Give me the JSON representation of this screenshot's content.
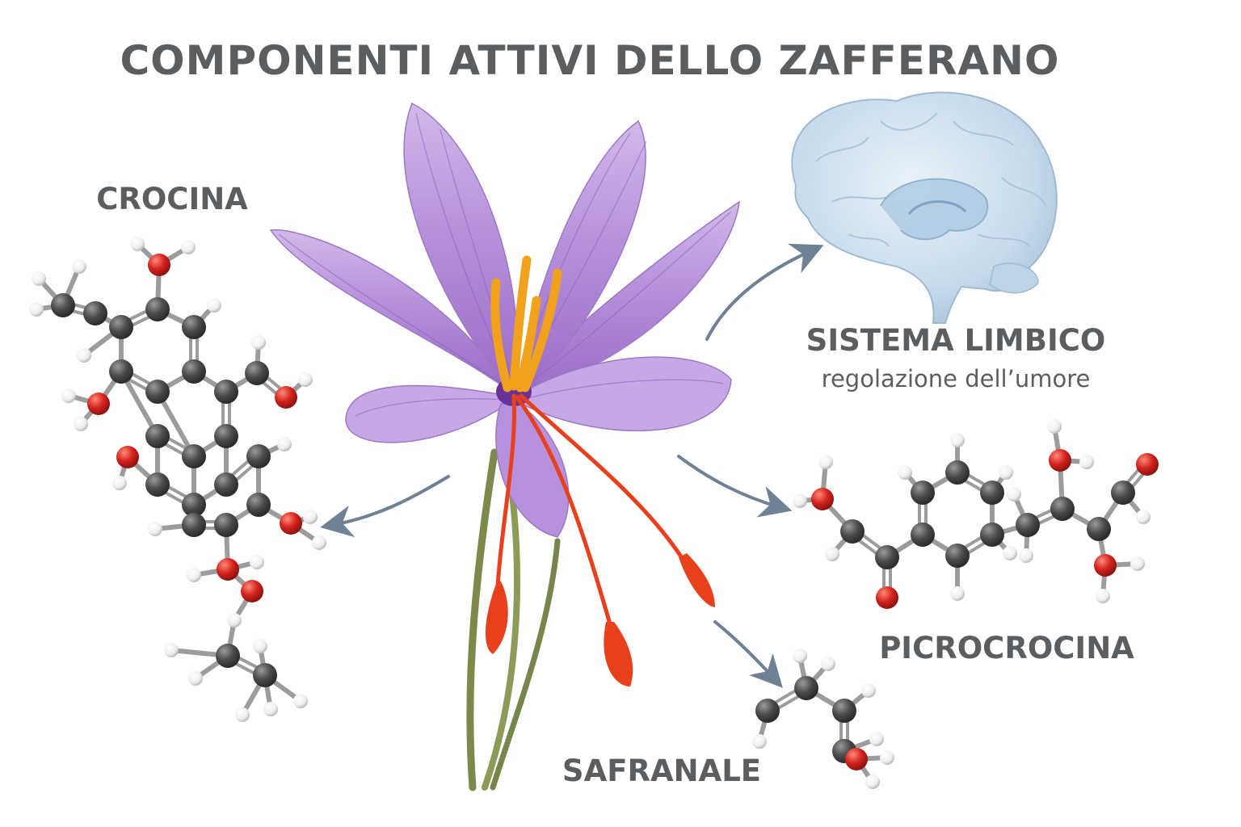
{
  "title": "COMPONENTI ATTIVI DELLO ZAFFERANO",
  "labels": {
    "crocina": "CROCINA",
    "sistema_limbico": "SISTEMA LIMBICO",
    "regolazione": "regolazione dell’umore",
    "picrocrocina": "PICROCROCINA",
    "safranale": "SAFRANALE"
  },
  "colors": {
    "text": "#5b5e61",
    "petal": "#b58fd6",
    "petal_vein": "#8a5fb8",
    "stigma": "#e8401c",
    "stamen": "#f0a21c",
    "stem": "#7b8a4a",
    "brain": "#c9dcec",
    "arrow": "#6f8194",
    "carbon": "#4a4b4d",
    "oxygen": "#d4231d",
    "hydrogen": "#f2f2f2"
  },
  "icons": [
    "saffron-flower",
    "brain-icon",
    "crocin-molecule",
    "picrocrocin-molecule",
    "safranal-molecule",
    "arrow-icon"
  ]
}
